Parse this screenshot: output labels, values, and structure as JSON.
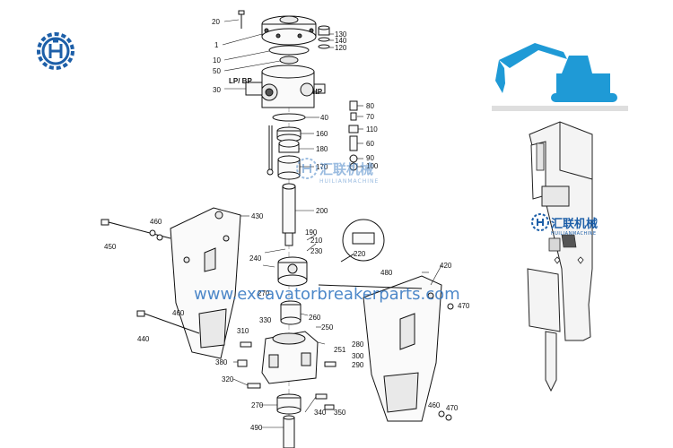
{
  "colors": {
    "watermark_blue": "#2f74c0",
    "logo_blue": "#1d5fa8",
    "excavator_blue": "#1f9ad6",
    "line": "#111111"
  },
  "logo_icon": "gear-logo-icon",
  "watermark": {
    "url": "www.excavatorbreakerparts.com",
    "brand_cn": "汇联机械",
    "brand_en": "HUILIANMACHINE"
  },
  "side_panel": {
    "excavator_icon": "excavator-silhouette",
    "breaker_icon": "hydraulic-breaker-assembly",
    "brand_cn": "汇联机械",
    "brand_en": "HUILIANMACHINE"
  },
  "diagram": {
    "valve_labels": {
      "lp_bp": "LP/ BP",
      "hp": "HP"
    },
    "part_numbers": [
      "20",
      "1",
      "10",
      "50",
      "30",
      "130",
      "140",
      "120",
      "40",
      "80",
      "70",
      "160",
      "110",
      "180",
      "60",
      "90",
      "170",
      "100",
      "200",
      "430",
      "460",
      "450",
      "190",
      "210",
      "230",
      "220",
      "240",
      "480",
      "420",
      "270",
      "330",
      "260",
      "460",
      "440",
      "250",
      "280",
      "310",
      "380",
      "251",
      "300",
      "290",
      "320",
      "270",
      "340",
      "350",
      "490",
      "460",
      "470",
      "470"
    ]
  }
}
